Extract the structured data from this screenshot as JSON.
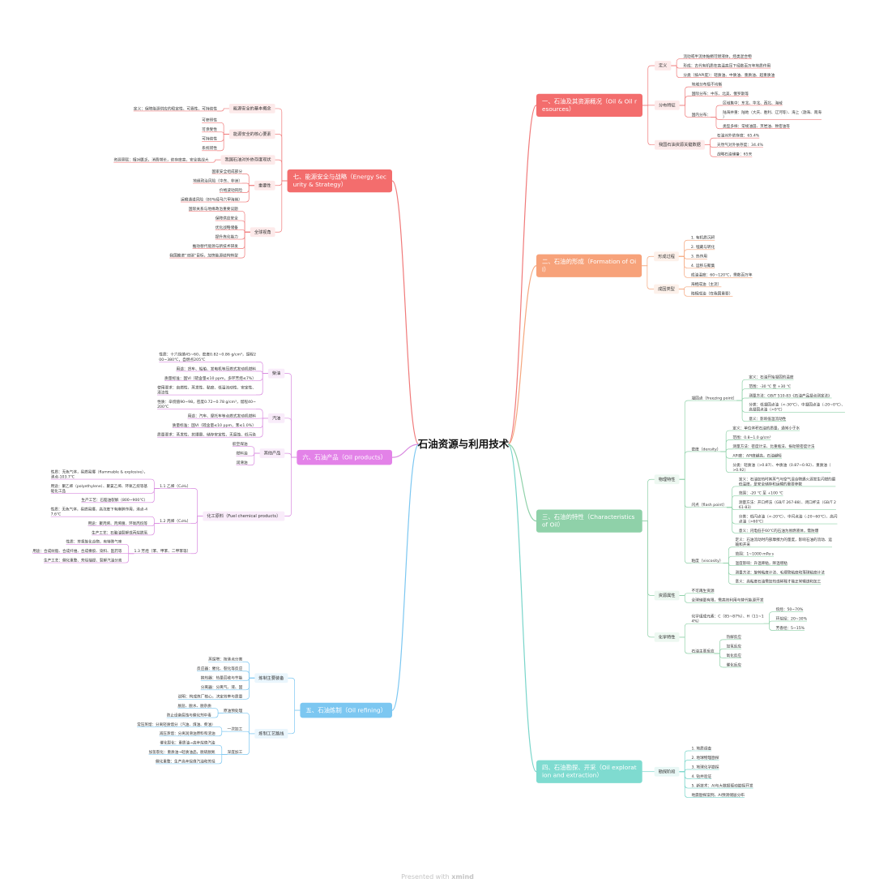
{
  "title": "石油资源与利用技术",
  "footer": {
    "prefix": "Presented with ",
    "brand": "xmind"
  },
  "colors": {
    "root": "#111111",
    "b1": "#f36d6d",
    "b2": "#f7a27a",
    "b3": "#8fd1a9",
    "b4": "#7fdbd0",
    "b5": "#7cc7f1",
    "b6": "#e382e8",
    "b7": "#f36d6d",
    "line1": "#f07a7a",
    "line2": "#f5a77e",
    "line3": "#8fd1a9",
    "line4": "#79d5ca",
    "line5": "#7cc7f1",
    "line6": "#d98ae0",
    "line7": "#f07a7a"
  },
  "right": [
    {
      "label": "一、石油及其资源概况（Oil & Oil resources）",
      "color": "b1",
      "line": "line1",
      "children": [
        {
          "label": "定义",
          "children": [
            {
              "label": "流动或半流体黏稠可燃液体，烃类混合物"
            },
            {
              "label": "形成：古代有机质在高温高压下经数百万年地质作用"
            },
            {
              "label": "分类（按API度）：轻质油、中质油、重质油、超重质油"
            }
          ]
        },
        {
          "label": "分布特征",
          "children": [
            {
              "label": "地域分布极不均衡"
            },
            {
              "label": "国际分布：中东、北美、俄罗斯等"
            },
            {
              "label": "国内分布：",
              "children": [
                {
                  "label": "区域集中：东北、华北、西北、海域"
                },
                {
                  "label": "陆海并重：陆地（大庆、胜利、辽河等）、海上（渤海、南海）"
                },
                {
                  "label": "类型多样：常规油田、页岩油、致密油等"
                }
              ]
            }
          ]
        },
        {
          "label": "我国石油资源关键数据",
          "children": [
            {
              "label": "石油对外依存度：65.4%"
            },
            {
              "label": "天然气对外依存度：34.4%"
            },
            {
              "label": "战略石油储备：65天"
            }
          ]
        }
      ]
    },
    {
      "label": "二、石油的形成（Formation of Oil）",
      "color": "b2",
      "line": "line2",
      "children": [
        {
          "label": "形成过程",
          "children": [
            {
              "label": "1. 有机质沉积"
            },
            {
              "label": "2. 埋藏与转化"
            },
            {
              "label": "3. 热作用"
            },
            {
              "label": "4. 运移与聚集"
            },
            {
              "label": "成油温度：60~120℃，需数百万年"
            }
          ]
        },
        {
          "label": "成因类型",
          "children": [
            {
              "label": "海相成油（主流）"
            },
            {
              "label": "陆相成油（在我国重要）"
            }
          ]
        }
      ]
    },
    {
      "label": "三、石油的特性（Characteristics of Oil）",
      "color": "b3",
      "line": "line3",
      "children": [
        {
          "label": "物理特性",
          "children": [
            {
              "label": "凝固点（freezing point）",
              "children": [
                {
                  "label": "定义：石油开始凝固的温度"
                },
                {
                  "label": "范围：-30 ℃ 至 +30 ℃"
                },
                {
                  "label": "测量方法：GB/T 510-83《石油产品凝点测定法》"
                },
                {
                  "label": "分类：低凝固点油（<-30℃）、中凝固点油（-20~0℃）、高凝固点油（>0℃）"
                },
                {
                  "label": "意义：影响低温流动性"
                }
              ]
            },
            {
              "label": "密度（density）",
              "children": [
                {
                  "label": "定义：单位体积石油的质量，通常小于水"
                },
                {
                  "label": "范围：0.8~1.0 g/cm³"
                },
                {
                  "label": "测量方法：密度计法、比重瓶法、振动管密度计法"
                },
                {
                  "label": "API度：API度越高，石油越轻"
                },
                {
                  "label": "分类：轻质油（>0.87）、中质油（0.87~0.92）、重质油（>0.92）"
                }
              ]
            },
            {
              "label": "闪点（flash point）",
              "children": [
                {
                  "label": "定义：石油加热时其蒸气与空气混合物遇火源发生闪燃的最低温度，是安全储存和运输的重要参数"
                },
                {
                  "label": "范围：-20 ℃ 至 +100 ℃"
                },
                {
                  "label": "测量方法：开口杯法（GB/T 267-88）、闭口杯法（GB/T 261-83）"
                },
                {
                  "label": "分类：低闪点油（<-20℃）、中闪点油（-20~60℃）、高闪点油（>60℃）"
                },
                {
                  "label": "意义：闪电低于60℃的石油为易燃液体，需防爆"
                }
              ]
            },
            {
              "label": "粘度（viscosity）",
              "children": [
                {
                  "label": "定义：石油流动时内部摩擦力的量度，影响石油的流动、运输和开采"
                },
                {
                  "label": "范围：1~1000 mPa·s"
                },
                {
                  "label": "温度影响：升温降粘，降温增粘"
                },
                {
                  "label": "测量方法：旋转粘度计法、毛细管粘度和落球粘度计法"
                },
                {
                  "label": "意义：高粘度石油需加热或稀释才能正常输送和加工"
                }
              ]
            }
          ]
        },
        {
          "label": "资源属性",
          "children": [
            {
              "label": "不可再生资源"
            },
            {
              "label": "全球储量有限，需高效利用与替代能源开发"
            }
          ]
        },
        {
          "label": "化学特性",
          "children": [
            {
              "label": "化学组成元素：C（85~87%）、H（11~14%）",
              "children": [
                {
                  "label": "烷烃：50~70%"
                },
                {
                  "label": "环烷烃：20~30%"
                },
                {
                  "label": "芳香烃：5~15%"
                }
              ]
            },
            {
              "label": "石油主要反应",
              "children": [
                {
                  "label": "热解反应"
                },
                {
                  "label": "加氢反应"
                },
                {
                  "label": "氧化反应"
                },
                {
                  "label": "催化反应"
                }
              ]
            }
          ]
        }
      ]
    },
    {
      "label": "四、石油勘探、开采（Oil exploration and extraction）",
      "color": "b4",
      "line": "line4",
      "children": [
        {
          "label": "勘探阶段",
          "children": [
            {
              "label": "1. 地质调查"
            },
            {
              "label": "2. 地球物理勘探"
            },
            {
              "label": "3. 地球化学勘探"
            },
            {
              "label": "4. 钻井验证"
            },
            {
              "label": "5. 新技术：AI与大数据驱动勘探开发"
            },
            {
              "label": "地震勘探案例、AI预测储层分布"
            }
          ]
        }
      ]
    }
  ],
  "left": [
    {
      "label": "七、能源安全与战略（Energy Security & Strategy）",
      "color": "b7",
      "line": "line7",
      "children": [
        {
          "label": "能源安全的基本概念",
          "children": [
            {
              "label": "定义：保障能源供应的稳定性、可靠性、可持续性"
            }
          ]
        },
        {
          "label": "能源安全的核心要素",
          "children": [
            {
              "label": "可获得性"
            },
            {
              "label": "可承受性"
            },
            {
              "label": "可持续性"
            },
            {
              "label": "系统韧性"
            }
          ]
        },
        {
          "label": "我国石油对外依存度现状",
          "children": [
            {
              "label": "资源禀赋：相对匮乏，消费增长，依存度高，安全挑战大"
            }
          ]
        },
        {
          "label": "重要性",
          "children": [
            {
              "label": "国家安全组成部分"
            },
            {
              "label": "地缘政治风险（中东、非洲）"
            },
            {
              "label": "价格波动风险"
            },
            {
              "label": "运输通道风险（80%经马六甲海峡）"
            }
          ]
        },
        {
          "label": "全球视角",
          "children": [
            {
              "label": "国际关系与地缘政治重要议题"
            },
            {
              "label": "保障供应安全"
            },
            {
              "label": "优化战略储备"
            },
            {
              "label": "提升炼化能力"
            },
            {
              "label": "推动替代能源与新技术研发"
            },
            {
              "label": "我国推进“双碳”目标，加快能源结构转型"
            }
          ]
        }
      ]
    },
    {
      "label": "六、石油产品（Oil products）",
      "color": "b6",
      "line": "line6",
      "children": [
        {
          "label": "柴油",
          "children": [
            {
              "label": "性质：十六烷值45~60，密度0.82~0.86 g/cm³，馏程200~380℃，自燃点205℃"
            },
            {
              "label": "用途：货车、船舶、发电机等压燃式发动机燃料"
            },
            {
              "label": "质量标准：国VI（硫含量≤10 ppm，多环芳烃≤7%）"
            },
            {
              "label": "使用要求：自燃性、蒸发性、黏度、低温流动性、安定性、清洁性"
            }
          ]
        },
        {
          "label": "汽油",
          "children": [
            {
              "label": "性质：辛烷值90~98，密度0.72~0.78 g/cm³，馏程40~200℃"
            },
            {
              "label": "用途：汽车、摩托车等点燃式发动机燃料"
            },
            {
              "label": "质量标准：国VI（硫含量≤10 ppm，苯≤1.0%）"
            },
            {
              "label": "质量要求：蒸发性、抗爆震、储存安定性、无腐蚀、低污染"
            }
          ]
        },
        {
          "label": "其他产品",
          "children": [
            {
              "label": "航空煤油"
            },
            {
              "label": "燃料油"
            },
            {
              "label": "润滑油"
            }
          ]
        },
        {
          "label": "化工原料（Fuel chemical products）",
          "children": [
            {
              "label": "1.1 乙烯（C₂H₄）",
              "children": [
                {
                  "label": "性质：无色气体，易燃易爆（flammable & explosive），沸点-103.7℃"
                },
                {
                  "label": "用途：聚乙烯（polyethylene）、聚氯乙烯、环氧乙烷等基础化工品"
                },
                {
                  "label": "生产工艺：石脑油裂解（800~900℃）"
                }
              ]
            },
            {
              "label": "1.2 丙烯（C₃H₆）",
              "children": [
                {
                  "label": "性质：无色气体，易燃易爆，高浓度下有麻醉作用，沸点-47.6℃"
                },
                {
                  "label": "用途：聚丙烯、丙烯腈、环氧丙烷等"
                },
                {
                  "label": "生产工艺：石脑油裂解或丙烷脱氢"
                }
              ]
            },
            {
              "label": "1.3 芳烃（苯、甲苯、二甲苯等）",
              "children": [
                {
                  "label": "性质：芳香族化合物，有特殊气味"
                },
                {
                  "label": "用途：合成树脂、合成纤维、合成橡胶、染料、医药等"
                },
                {
                  "label": "生产工艺：催化重整、芳烃抽提、裂解汽油分离"
                }
              ]
            }
          ]
        }
      ]
    },
    {
      "label": "五、石油炼制（Oil refining）",
      "color": "b5",
      "line": "line5",
      "children": [
        {
          "label": "炼制主要装备",
          "children": [
            {
              "label": "蒸馏塔：按沸点分离"
            },
            {
              "label": "反应器：催化、裂化等反应"
            },
            {
              "label": "换热器：热量回收与节能"
            },
            {
              "label": "分离器：分离气、液、固"
            },
            {
              "label": "说明：构成炼厂核心，决定效率与质量"
            }
          ]
        },
        {
          "label": "炼制工艺路线",
          "children": [
            {
              "label": "原油预处理",
              "children": [
                {
                  "label": "脱盐、脱水、脱杂质"
                },
                {
                  "label": "防止设备腐蚀与催化剂中毒"
                }
              ]
            },
            {
              "label": "一次加工",
              "children": [
                {
                  "label": "常压蒸馏：分离轻质馏分（汽油、煤油、柴油）"
                },
                {
                  "label": "减压蒸馏：分离润滑油原料和渣油"
                }
              ]
            },
            {
              "label": "深度加工",
              "children": [
                {
                  "label": "催化裂化：重质油→高辛烷值汽油"
                },
                {
                  "label": "加氢裂化：重质油→轻质油品，脱硫脱氮"
                },
                {
                  "label": "催化重整：生产高辛烷值汽油和芳烃"
                }
              ]
            }
          ]
        }
      ]
    }
  ]
}
